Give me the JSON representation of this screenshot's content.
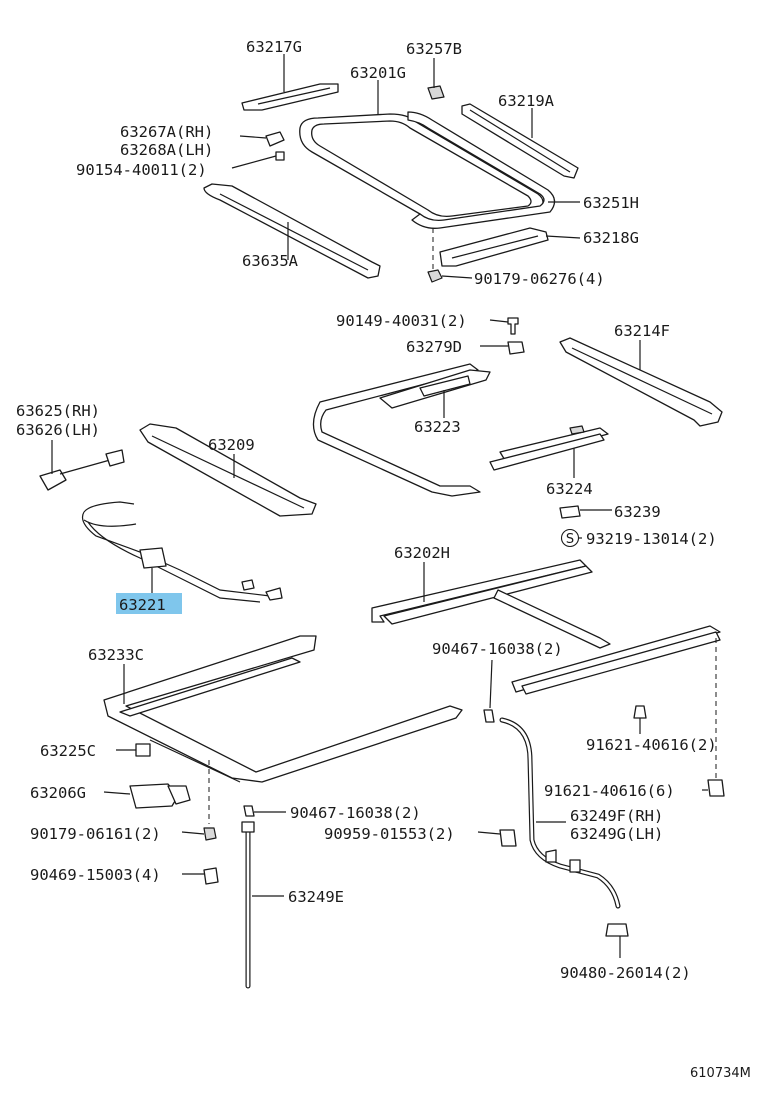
{
  "diagram": {
    "labels": {
      "p63217G": "63217G",
      "p63257B": "63257B",
      "p63201G": "63201G",
      "p63219A": "63219A",
      "p63267A": "63267A(RH)",
      "p63268A": "63268A(LH)",
      "p90154": "90154-40011(2)",
      "p63251H": "63251H",
      "p63218G": "63218G",
      "p63635A": "63635A",
      "p90179a": "90179-06276(4)",
      "p90149": "90149-40031(2)",
      "p63279D": "63279D",
      "p63214F": "63214F",
      "p63625": "63625(RH)",
      "p63626": "63626(LH)",
      "p63209": "63209",
      "p63223": "63223",
      "p63224": "63224",
      "p63239": "63239",
      "s_mark": "S",
      "p93219": "93219-13014(2)",
      "p63221": "63221",
      "p63202H": "63202H",
      "p90467a": "90467-16038(2)",
      "p63233C": "63233C",
      "p91621a": "91621-40616(2)",
      "p63225C": "63225C",
      "p91621b": "91621-40616(6)",
      "p63206G": "63206G",
      "p90467b": "90467-16038(2)",
      "p63249F": "63249F(RH)",
      "p90179b": "90179-06161(2)",
      "p90959": "90959-01553(2)",
      "p63249G": "63249G(LH)",
      "p90469": "90469-15003(4)",
      "p63249E": "63249E",
      "p90480": "90480-26014(2)"
    },
    "highlighted_part": "63221",
    "figure_code": "610734M",
    "colors": {
      "highlight": "#7fc6ec",
      "ink": "#1a1a1a"
    }
  }
}
